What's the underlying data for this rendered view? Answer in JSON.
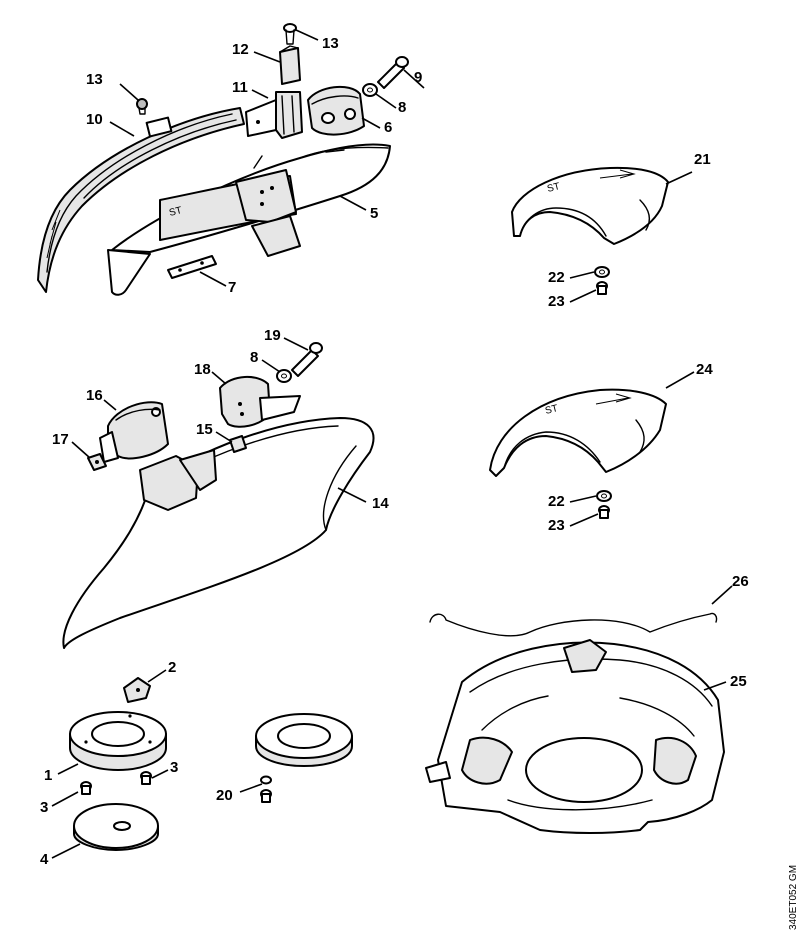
{
  "diagram": {
    "drawing_code": "340ET052 GM",
    "callouts": [
      {
        "id": "c13a",
        "text": "13"
      },
      {
        "id": "c12",
        "text": "12"
      },
      {
        "id": "c9",
        "text": "9"
      },
      {
        "id": "c13b",
        "text": "13"
      },
      {
        "id": "c11",
        "text": "11"
      },
      {
        "id": "c8a",
        "text": "8"
      },
      {
        "id": "c10",
        "text": "10"
      },
      {
        "id": "c6",
        "text": "6"
      },
      {
        "id": "c5",
        "text": "5"
      },
      {
        "id": "c7",
        "text": "7"
      },
      {
        "id": "c21",
        "text": "21"
      },
      {
        "id": "c22a",
        "text": "22"
      },
      {
        "id": "c23a",
        "text": "23"
      },
      {
        "id": "c19",
        "text": "19"
      },
      {
        "id": "c18",
        "text": "18"
      },
      {
        "id": "c8b",
        "text": "8"
      },
      {
        "id": "c16",
        "text": "16"
      },
      {
        "id": "c15",
        "text": "15"
      },
      {
        "id": "c17",
        "text": "17"
      },
      {
        "id": "c14",
        "text": "14"
      },
      {
        "id": "c24",
        "text": "24"
      },
      {
        "id": "c22b",
        "text": "22"
      },
      {
        "id": "c23b",
        "text": "23"
      },
      {
        "id": "c26",
        "text": "26"
      },
      {
        "id": "c25",
        "text": "25"
      },
      {
        "id": "c2",
        "text": "2"
      },
      {
        "id": "c1",
        "text": "1"
      },
      {
        "id": "c3a",
        "text": "3"
      },
      {
        "id": "c3b",
        "text": "3"
      },
      {
        "id": "c4",
        "text": "4"
      },
      {
        "id": "c20",
        "text": "20"
      }
    ]
  }
}
